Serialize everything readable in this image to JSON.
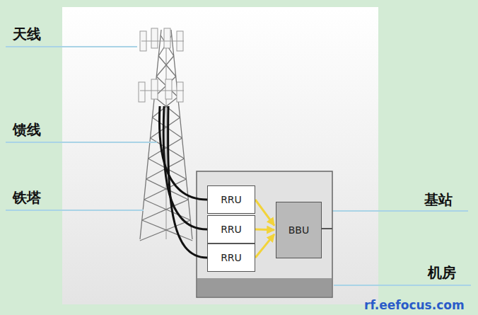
{
  "diagram": {
    "nodes": [
      {
        "text": [
          "RRU"
        ]
      },
      {
        "text": [
          "RRU"
        ]
      },
      {
        "text": [
          "RRU"
        ]
      },
      {
        "text": [
          "BBU"
        ]
      }
    ],
    "edges": [
      {
        "from": 0,
        "to": 3,
        "arrow": "to"
      },
      {
        "from": 1,
        "to": 3,
        "arrow": "to"
      },
      {
        "from": 2,
        "to": 3,
        "arrow": "to"
      }
    ],
    "labels": [
      "天线",
      "馈线",
      "铁塔",
      "基站",
      "机房",
      "rf.eefocus.com"
    ]
  }
}
